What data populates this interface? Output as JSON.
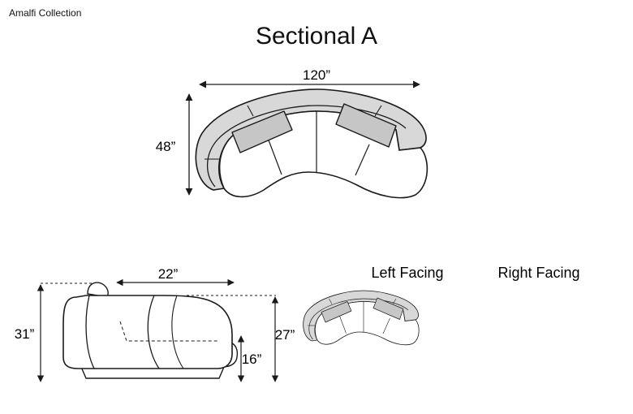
{
  "header": {
    "collection": "Amalfi Collection",
    "title": "Sectional A"
  },
  "top_view": {
    "width_label": "120”",
    "depth_label": "48”"
  },
  "side_view": {
    "seat_depth_label": "22”",
    "overall_height_label": "31”",
    "back_height_label": "27”",
    "seat_height_label": "16”"
  },
  "variants": {
    "left_label": "Left Facing",
    "right_label": "Right Facing"
  },
  "colors": {
    "line": "#1a1a1a",
    "shade": "#d8d8d8",
    "pillow": "#c6c6c6"
  }
}
